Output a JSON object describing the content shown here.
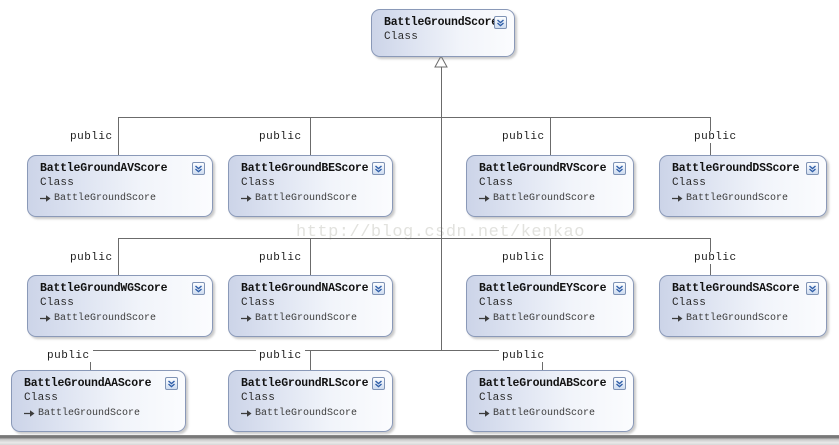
{
  "diagram": {
    "watermark": "http://blog.csdn.net/kenkao",
    "edge_label": "public",
    "stereotype": "Class",
    "base_class": "BattleGroundScore",
    "root": {
      "name": "BattleGroundScore",
      "stereotype": "Class"
    },
    "nodes": [
      {
        "name": "BattleGroundAVScore",
        "stereotype": "Class",
        "base": "BattleGroundScore",
        "relation": "public"
      },
      {
        "name": "BattleGroundBEScore",
        "stereotype": "Class",
        "base": "BattleGroundScore",
        "relation": "public"
      },
      {
        "name": "BattleGroundRVScore",
        "stereotype": "Class",
        "base": "BattleGroundScore",
        "relation": "public"
      },
      {
        "name": "BattleGroundDSScore",
        "stereotype": "Class",
        "base": "BattleGroundScore",
        "relation": "public"
      },
      {
        "name": "BattleGroundWGScore",
        "stereotype": "Class",
        "base": "BattleGroundScore",
        "relation": "public"
      },
      {
        "name": "BattleGroundNAScore",
        "stereotype": "Class",
        "base": "BattleGroundScore",
        "relation": "public"
      },
      {
        "name": "BattleGroundEYScore",
        "stereotype": "Class",
        "base": "BattleGroundScore",
        "relation": "public"
      },
      {
        "name": "BattleGroundSAScore",
        "stereotype": "Class",
        "base": "BattleGroundScore",
        "relation": "public"
      },
      {
        "name": "BattleGroundAAScore",
        "stereotype": "Class",
        "base": "BattleGroundScore",
        "relation": "public"
      },
      {
        "name": "BattleGroundRLScore",
        "stereotype": "Class",
        "base": "BattleGroundScore",
        "relation": "public"
      },
      {
        "name": "BattleGroundABScore",
        "stereotype": "Class",
        "base": "BattleGroundScore",
        "relation": "public"
      }
    ],
    "colors": {
      "node_border": "#8a99b8",
      "node_fill_start": "#ccd4e8",
      "node_fill_end": "#fbfcfe",
      "line": "#6b6b6b",
      "watermark": "#e2e2de"
    }
  }
}
